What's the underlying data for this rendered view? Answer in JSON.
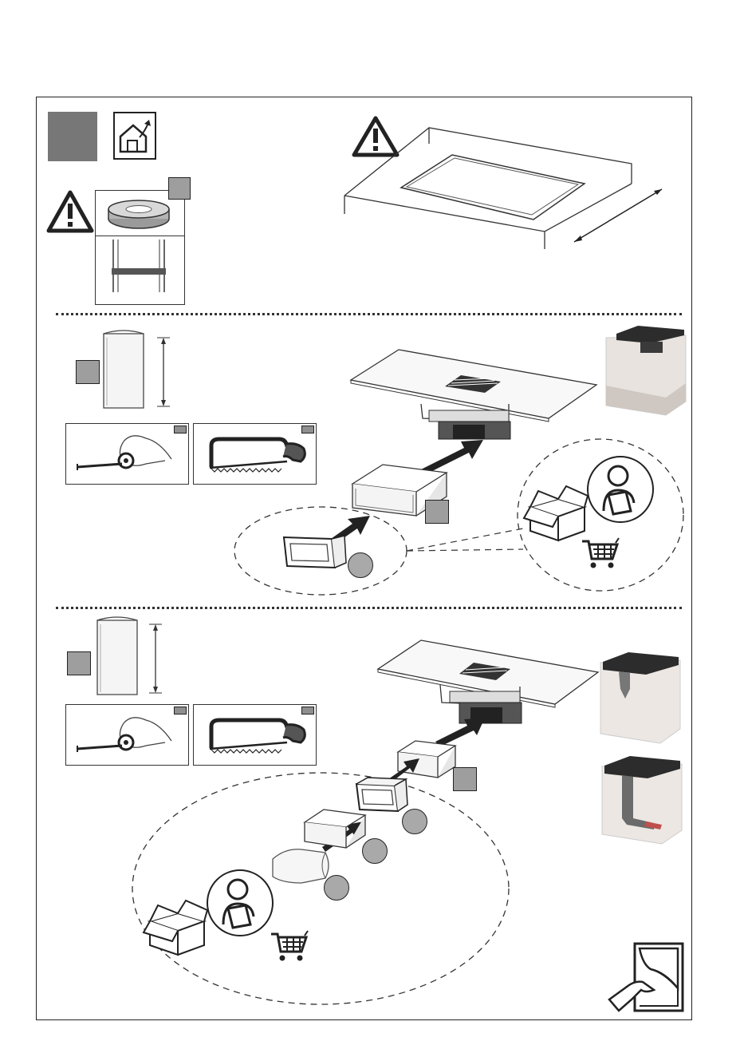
{
  "page": {
    "width": 933,
    "height": 1324
  },
  "colors": {
    "label_grey": "#9e9e9e",
    "step_grey": "#7a7a7a",
    "line": "#222222",
    "hob_surface": "#f2f2f2"
  },
  "icons": {
    "step_marker": "grey-step-square",
    "install_mode": "house-with-arrow-icon",
    "warning": "warning-triangle-icon",
    "sealing_tape": "tape-roll-icon",
    "duct_with_tape": "duct-taped-icon",
    "measure": "tape-measure-icon",
    "cut": "hacksaw-icon",
    "order_accessories": "parcel-box-icon",
    "read_manual": "person-reading-icon",
    "purchase": "shopping-cart-icon",
    "next_page": "page-turn-icon"
  }
}
